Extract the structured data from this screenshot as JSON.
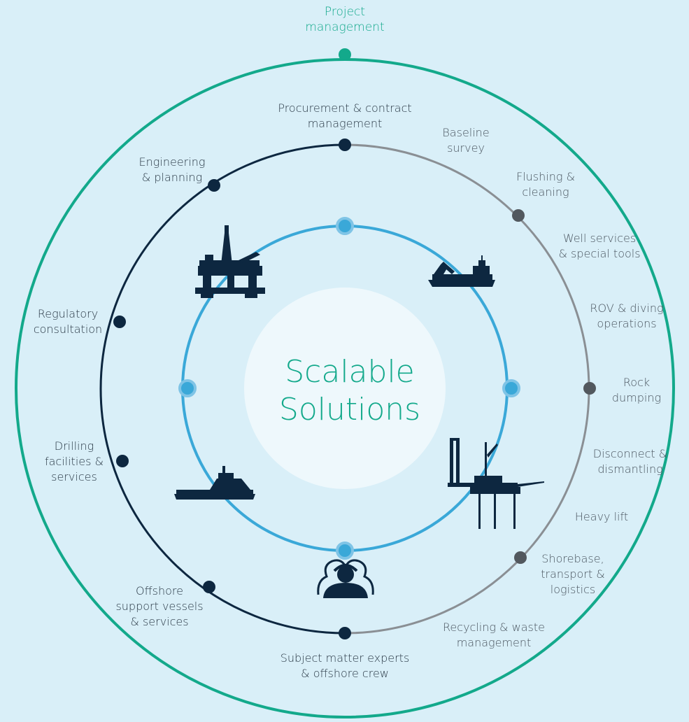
{
  "center": {
    "line1": "Scalable",
    "line2": "Solutions"
  },
  "labels": {
    "project_management": [
      "Project",
      "management"
    ],
    "procurement": [
      "Procurement & contract",
      "management"
    ],
    "engineering": [
      "Engineering",
      "& planning"
    ],
    "regulatory": [
      "Regulatory",
      "consultation"
    ],
    "drilling": [
      "Drilling",
      "facilities &",
      "services"
    ],
    "offshore_support": [
      "Offshore",
      "support vessels",
      "& services"
    ],
    "subject_matter": [
      "Subject matter experts",
      "& offshore crew"
    ],
    "baseline": [
      "Baseline",
      "survey"
    ],
    "flushing": [
      "Flushing &",
      "cleaning"
    ],
    "well_services": [
      "Well services",
      "& special tools"
    ],
    "rov": [
      "ROV & diving",
      "operations"
    ],
    "rock": [
      "Rock",
      "dumping"
    ],
    "disconnect": [
      "Disconnect &",
      "dismantling"
    ],
    "heavy_lift": [
      "Heavy lift"
    ],
    "shorebase": [
      "Shorebase,",
      "transport &",
      "logistics"
    ],
    "recycling": [
      "Recycling & waste",
      "management"
    ]
  },
  "icons": [
    "semi-submersible-rig-icon",
    "subsea-vessel-icon",
    "supply-vessel-icon",
    "jack-up-rig-icon",
    "crew-icon"
  ],
  "colors": {
    "background": "#d9eff8",
    "outer_ring": "#13a98b",
    "middle_ring_dark": "#0d2740",
    "middle_ring_gray": "#8a8f94",
    "inner_ring": "#3aa8d8",
    "center_fill": "#eef8fc"
  }
}
